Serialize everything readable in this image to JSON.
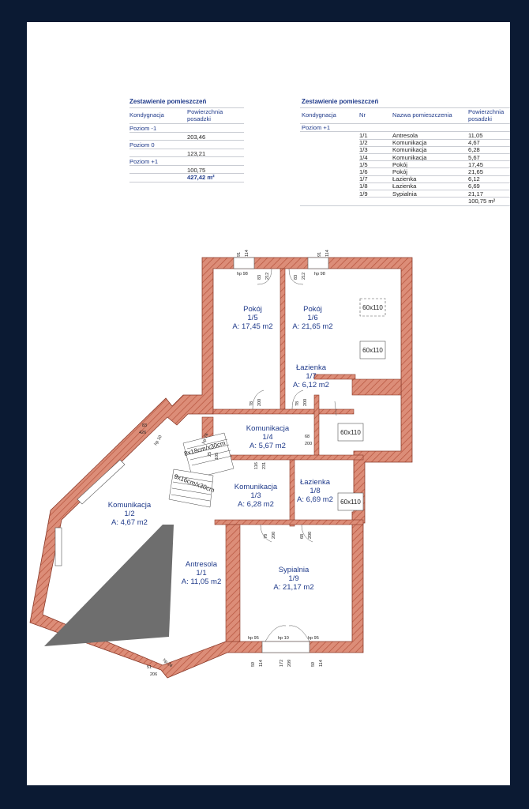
{
  "summary": {
    "title": "Zestawienie pomieszczeń",
    "col_level": "Kondygnacja",
    "col_area_1": "Powierzchnia",
    "col_area_2": "posadzki",
    "rows": [
      {
        "level": "Poziom -1",
        "area": "203,46"
      },
      {
        "level": "Poziom 0",
        "area": "123,21"
      },
      {
        "level": "Poziom +1",
        "area": "100,75"
      }
    ],
    "total": "427,42 m²"
  },
  "detail": {
    "title": "Zestawienie pomieszczeń",
    "col_level": "Kondygnacja",
    "col_nr": "Nr",
    "col_name": "Nazwa pomieszczenia",
    "col_area_1": "Powierzchnia",
    "col_area_2": "posadzki",
    "level": "Poziom +1",
    "rows": [
      {
        "nr": "1/1",
        "name": "Antresola",
        "area": "11,05"
      },
      {
        "nr": "1/2",
        "name": "Komunikacja",
        "area": "4,67"
      },
      {
        "nr": "1/3",
        "name": "Komunikacja",
        "area": "6,28"
      },
      {
        "nr": "1/4",
        "name": "Komunikacja",
        "area": "5,67"
      },
      {
        "nr": "1/5",
        "name": "Pokój",
        "area": "17,45"
      },
      {
        "nr": "1/6",
        "name": "Pokój",
        "area": "21,65"
      },
      {
        "nr": "1/7",
        "name": "Łazienka",
        "area": "6,12"
      },
      {
        "nr": "1/8",
        "name": "Łazienka",
        "area": "6,69"
      },
      {
        "nr": "1/9",
        "name": "Sypialnia",
        "area": "21,17"
      }
    ],
    "total": "100,75 m²"
  },
  "plan": {
    "rooms": [
      {
        "name": "Pokój",
        "nr": "1/5",
        "area": "A: 17,45 m2"
      },
      {
        "name": "Pokój",
        "nr": "1/6",
        "area": "A: 21,65 m2"
      },
      {
        "name": "Łazienka",
        "nr": "1/7",
        "area": "A: 6,12 m2"
      },
      {
        "name": "Komunikacja",
        "nr": "1/4",
        "area": "A: 5,67 m2"
      },
      {
        "name": "Komunikacja",
        "nr": "1/3",
        "area": "A: 6,28 m2"
      },
      {
        "name": "Łazienka",
        "nr": "1/8",
        "area": "A: 6,69 m2"
      },
      {
        "name": "Komunikacja",
        "nr": "1/2",
        "area": "A: 4,67 m2"
      },
      {
        "name": "Antresola",
        "nr": "1/1",
        "area": "A: 11,05 m2"
      },
      {
        "name": "Sypialnia",
        "nr": "1/9",
        "area": "A: 21,17 m2"
      }
    ],
    "stairs": [
      "8x18cm/x30cm",
      "9x16cm/x30cm"
    ],
    "fixtures": [
      "60x110",
      "60x110",
      "60x110",
      "60x110"
    ],
    "dims": {
      "w1_a": "91",
      "w1_b": "114",
      "w1_hp": "hp 98",
      "d1_a": "83",
      "d1_b": "212",
      "w2_a": "91",
      "w2_b": "114",
      "w2_hp": "hp 98",
      "d2_a": "83",
      "d2_b": "212",
      "d3_a": "78",
      "d3_b": "200",
      "d4_a": "78",
      "d4_b": "200",
      "d5_a": "68",
      "d5_b": "200",
      "d6_a": "116",
      "d6_b": "231",
      "d7_a": "78",
      "d7_b": "200",
      "d8_a": "68",
      "d8_b": "200",
      "w3_a": "83",
      "w3_b": "426",
      "w3_hp": "hp 10",
      "hp_76": "hp 76",
      "s1": "25",
      "s2": "105",
      "b_hp1": "hp 95",
      "b_hp2": "hp 10",
      "b_hp3": "hp 95",
      "b1_a": "59",
      "b1_b": "114",
      "b2_a": "172",
      "b2_b": "209",
      "b3_a": "59",
      "b3_b": "114",
      "w4_a": "51",
      "w4_b": "206",
      "w4_hp": "hp 24"
    }
  }
}
